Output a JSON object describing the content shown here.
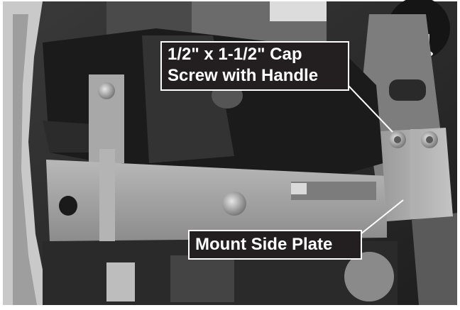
{
  "callouts": {
    "cap_screw": {
      "line1": "1/2\" x 1-1/2\" Cap",
      "line2": "Screw with Handle"
    },
    "side_plate": {
      "label": "Mount Side Plate"
    }
  },
  "colors": {
    "callout_bg": "#231f20",
    "callout_text": "#ffffff",
    "leader_line": "#ffffff"
  }
}
